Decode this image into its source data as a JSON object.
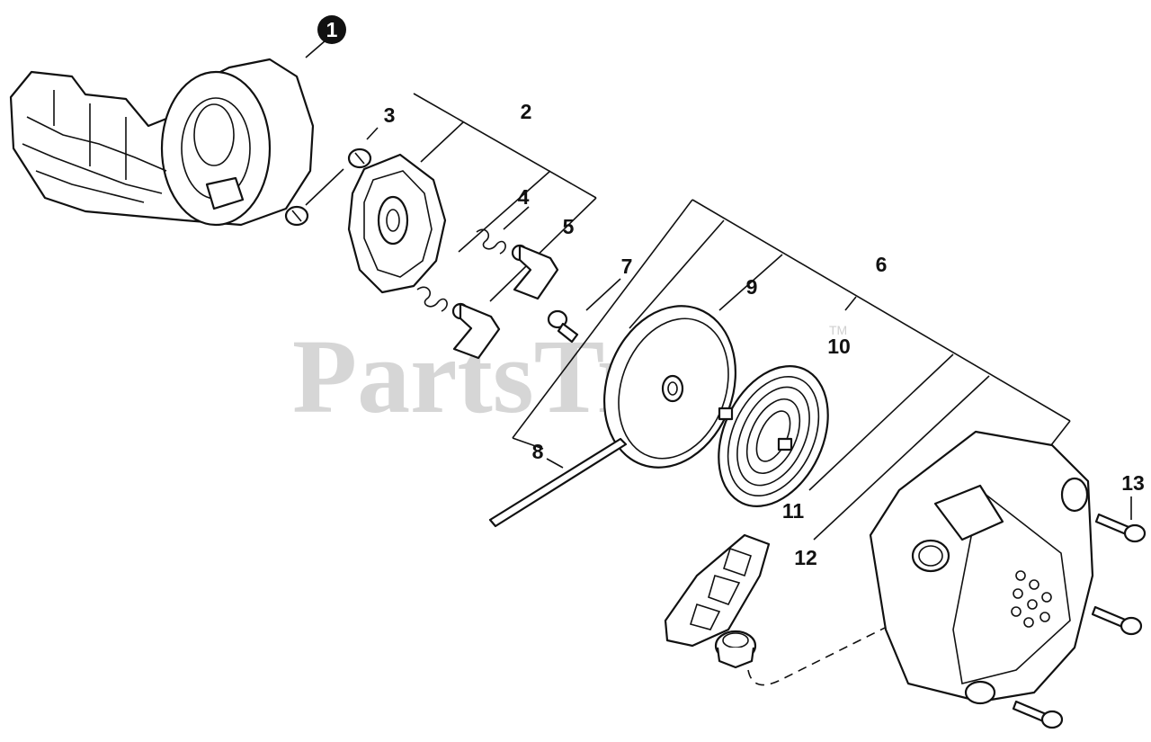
{
  "watermark": {
    "text": "PartsTree",
    "trademark": "TM"
  },
  "callouts": {
    "c1": "1",
    "c2": "2",
    "c3": "3",
    "c4": "4",
    "c5": "5",
    "c6": "6",
    "c7": "7",
    "c8": "8",
    "c9": "9",
    "c10": "10",
    "c11": "11",
    "c12": "12",
    "c13": "13"
  }
}
